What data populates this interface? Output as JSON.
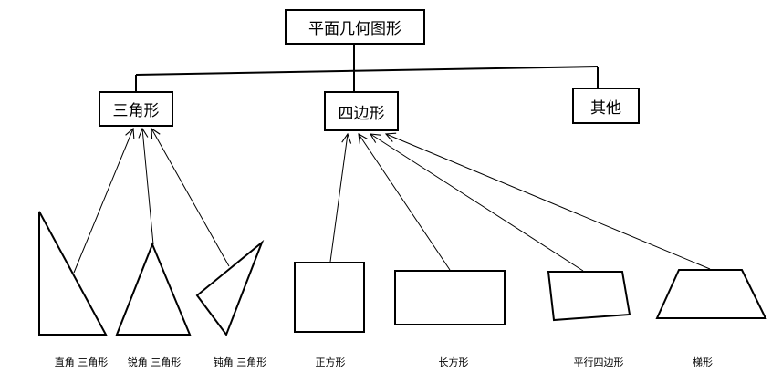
{
  "diagram": {
    "root": {
      "label": "平面几何图形"
    },
    "categories": [
      {
        "id": "triangle",
        "label": "三角形"
      },
      {
        "id": "quadrilateral",
        "label": "四边形"
      },
      {
        "id": "other",
        "label": "其他"
      }
    ],
    "shapes": [
      {
        "id": "right-triangle",
        "label": "直角 三角形",
        "parent": "triangle"
      },
      {
        "id": "acute-triangle",
        "label": "锐角 三角形",
        "parent": "triangle"
      },
      {
        "id": "obtuse-triangle",
        "label": "钝角 三角形",
        "parent": "triangle"
      },
      {
        "id": "square",
        "label": "正方形",
        "parent": "quadrilateral"
      },
      {
        "id": "rectangle",
        "label": "长方形",
        "parent": "quadrilateral"
      },
      {
        "id": "parallelogram",
        "label": "平行四边形",
        "parent": "quadrilateral"
      },
      {
        "id": "trapezoid",
        "label": "梯形",
        "parent": "quadrilateral"
      }
    ]
  }
}
